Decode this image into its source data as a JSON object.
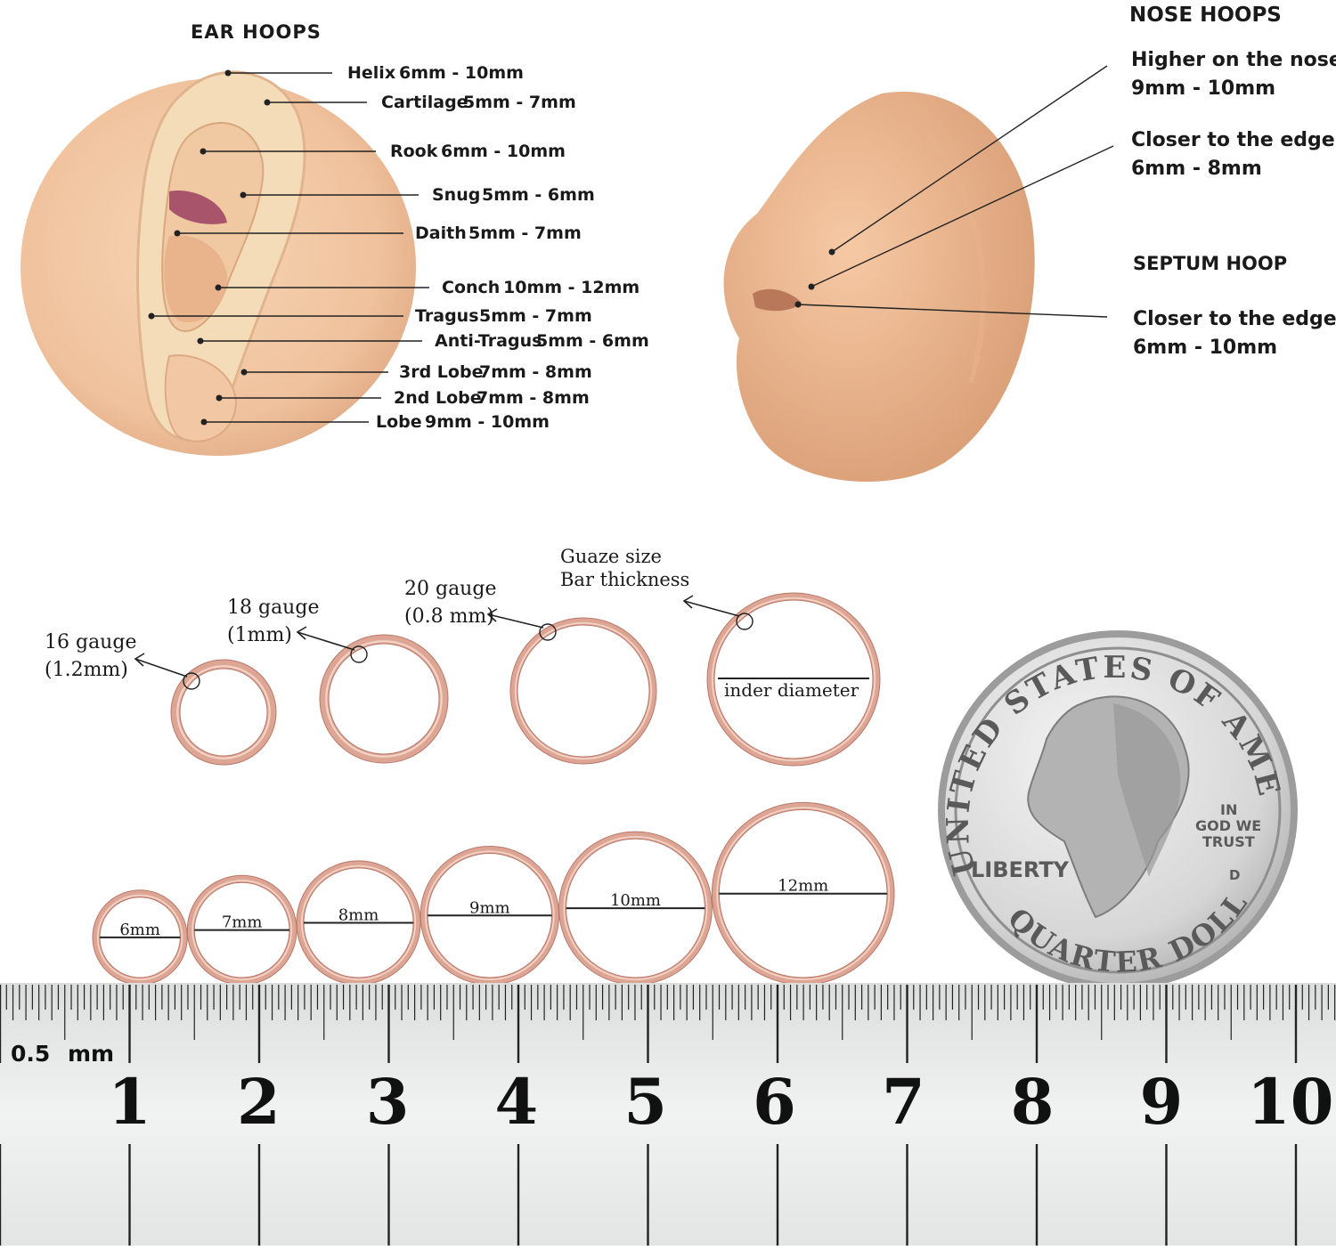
{
  "ear": {
    "heading": "EAR HOOPS",
    "labels": [
      {
        "name": "Helix",
        "size": "6mm - 10mm"
      },
      {
        "name": "Cartilage",
        "size": "5mm - 7mm"
      },
      {
        "name": "Rook",
        "size": "6mm - 10mm"
      },
      {
        "name": "Snug",
        "size": "5mm - 6mm"
      },
      {
        "name": "Daith",
        "size": "5mm - 7mm"
      },
      {
        "name": "Conch",
        "size": "10mm - 12mm"
      },
      {
        "name": "Tragus",
        "size": "5mm - 7mm"
      },
      {
        "name": "Anti-Tragus",
        "size": "5mm - 6mm"
      },
      {
        "name": "3rd Lobe",
        "size": "7mm - 8mm"
      },
      {
        "name": "2nd Lobe",
        "size": "7mm - 8mm"
      },
      {
        "name": "Lobe",
        "size": "9mm - 10mm"
      }
    ]
  },
  "nose": {
    "heading": "NOSE HOOPS",
    "items": [
      {
        "line1": "Higher on the nose",
        "line2": "9mm - 10mm"
      },
      {
        "line1": "Closer to the edge",
        "line2": "6mm - 8mm"
      }
    ],
    "septum_heading": "SEPTUM HOOP",
    "septum": {
      "line1": "Closer to the edge",
      "line2": "6mm - 10mm"
    }
  },
  "gauges": {
    "items": [
      {
        "line1": "16 gauge",
        "line2": "(1.2mm)"
      },
      {
        "line1": "18 gauge",
        "line2": "(1mm)"
      },
      {
        "line1": "20 gauge",
        "line2": "(0.8 mm)"
      }
    ],
    "bar_label_1": "Guaze size",
    "bar_label_2": "Bar thickness",
    "diameter_label": "inder diameter"
  },
  "hoop_sizes": [
    {
      "label": "6mm",
      "mm": 6
    },
    {
      "label": "7mm",
      "mm": 7
    },
    {
      "label": "8mm",
      "mm": 8
    },
    {
      "label": "9mm",
      "mm": 9
    },
    {
      "label": "10mm",
      "mm": 10
    },
    {
      "label": "12mm",
      "mm": 12
    }
  ],
  "coin": {
    "top": "UNITED STATES OF AMERICA",
    "bottom": "QUARTER DOLLAR",
    "liberty": "LIBERTY",
    "motto": [
      "IN",
      "GOD WE",
      "TRUST"
    ],
    "mint": "D"
  },
  "ruler": {
    "unit_value": "0.5",
    "unit": "mm",
    "numbers": [
      "1",
      "2",
      "3",
      "4",
      "5",
      "6",
      "7",
      "8",
      "9",
      "10"
    ]
  },
  "colors": {
    "skin": "#f2c7a3",
    "skin_shadow": "#d9a27a",
    "rose_gold": "#d9a08c",
    "rose_gold_dark": "#b9786a",
    "text": "#1a1a1a",
    "ruler_bg": "#e9eaea",
    "coin_silver": "#c9c9c9"
  }
}
